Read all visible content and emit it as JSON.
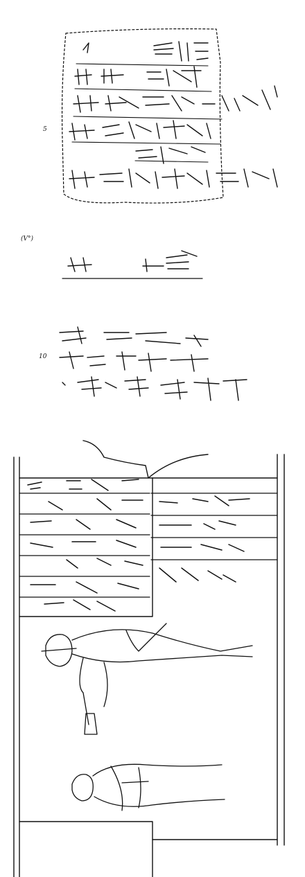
{
  "line_numbers": {
    "five": "5",
    "rev": "(V°)",
    "ten": "10"
  },
  "colors": {
    "ink": "#111111",
    "paper": "#ffffff"
  }
}
